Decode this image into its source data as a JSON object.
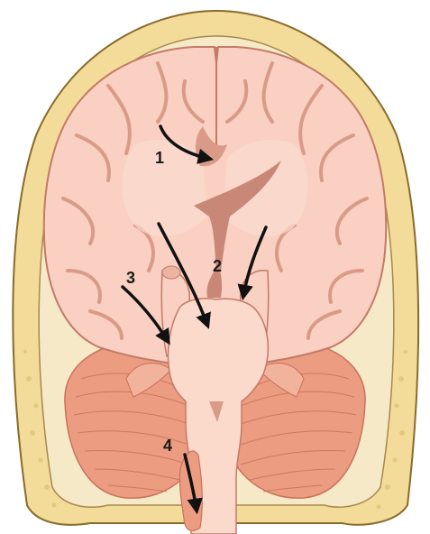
{
  "figure": {
    "subject": "coronal-section-brain-herniation",
    "labels": [
      {
        "id": "1",
        "text": "1"
      },
      {
        "id": "2",
        "text": "2"
      },
      {
        "id": "3",
        "text": "3"
      },
      {
        "id": "4",
        "text": "4"
      }
    ]
  },
  "colors": {
    "skull_outer": "#f3dc9a",
    "skull_outline": "#8a6a2a",
    "dura": "#f6e9c8",
    "brain": "#f9d0c2",
    "brain_outline": "#c47a68",
    "sulcus": "#d99b88",
    "ventricle": "#c98778",
    "cerebellum": "#ec9c80",
    "cerebellum_line": "#c9725a",
    "brainstem": "#fbd9cb",
    "arrow": "#111111"
  }
}
